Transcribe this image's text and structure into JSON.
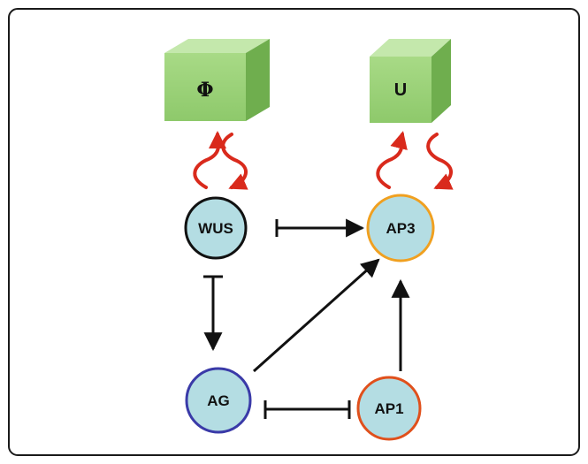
{
  "diagram": {
    "boxes": [
      {
        "id": "phi",
        "label": "Φ"
      },
      {
        "id": "u",
        "label": "U"
      }
    ],
    "nodes": [
      {
        "id": "wus",
        "label": "WUS",
        "border_color": "#111111"
      },
      {
        "id": "ap3",
        "label": "AP3",
        "border_color": "#f0a020"
      },
      {
        "id": "ag",
        "label": "AG",
        "border_color": "#3a3aa8"
      },
      {
        "id": "ap1",
        "label": "AP1",
        "border_color": "#e0501c"
      }
    ],
    "edges": [
      {
        "from": "WUS",
        "to": "AP3",
        "type": "activation-and-inhibition"
      },
      {
        "from": "WUS",
        "to": "AG",
        "type": "activation-and-inhibition"
      },
      {
        "from": "AG",
        "to": "AP3",
        "type": "activation"
      },
      {
        "from": "AP1",
        "to": "AP3",
        "type": "activation"
      },
      {
        "from": "AG",
        "to": "AP1",
        "type": "mutual-inhibition"
      }
    ],
    "node_fill": "#b4dde3",
    "box_fill": "#9cd27a",
    "arrow_color": "#d92a1c"
  }
}
